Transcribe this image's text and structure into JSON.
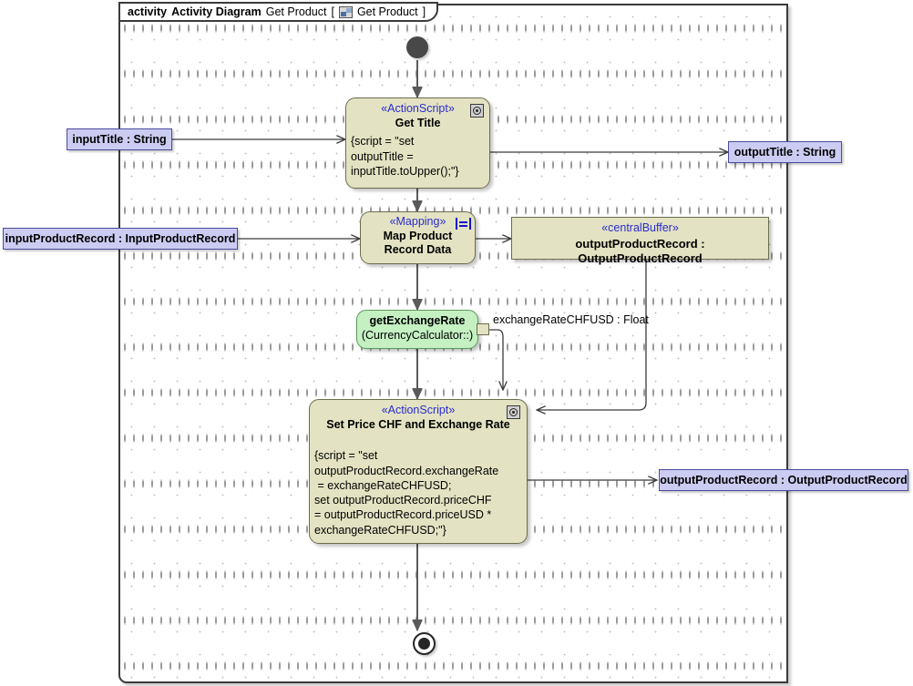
{
  "frame": {
    "keyword": "activity",
    "diagram_type": "Activity Diagram",
    "name": "Get Product",
    "bracket_open": "[",
    "bracket_close": "]",
    "context": "Get Product",
    "icon": "activity-diagram-icon"
  },
  "nodes": {
    "initial": {
      "name": "initial-node"
    },
    "final": {
      "name": "activity-final-node"
    },
    "get_title": {
      "stereotype": "«ActionScript»",
      "title": "Get Title",
      "script": "{script = \"set\noutputTitle =\ninputTitle.toUpper();\"}",
      "icon": "action-script-icon"
    },
    "map_product": {
      "stereotype": "«Mapping»",
      "title_line1": "Map Product",
      "title_line2": "Record Data",
      "icon": "mapping-icon"
    },
    "central_buffer": {
      "stereotype": "«centralBuffer»",
      "title": "outputProductRecord : OutputProductRecord"
    },
    "get_exchange_rate": {
      "title": "getExchangeRate",
      "subtitle": "(CurrencyCalculator::)",
      "pin_label": "exchangeRateCHFUSD : Float"
    },
    "set_price": {
      "stereotype": "«ActionScript»",
      "title": "Set Price CHF and Exchange Rate",
      "script": "{script = \"set\noutputProductRecord.exchangeRate\n = exchangeRateCHFUSD;\nset outputProductRecord.priceCHF\n= outputProductRecord.priceUSD *\nexchangeRateCHFUSD;\"}",
      "icon": "action-script-icon"
    }
  },
  "parameters": {
    "input_title": "inputTitle : String",
    "input_product_record": "inputProductRecord : InputProductRecord",
    "output_title": "outputTitle : String",
    "output_product_record": "outputProductRecord : OutputProductRecord"
  },
  "colors": {
    "action_fill": "#e3e3c3",
    "action_border": "#6c6c4e",
    "call_behavior_fill": "#c4f0c2",
    "call_behavior_border": "#5a9a59",
    "parameter_fill": "#ccccf2",
    "parameter_border": "#4a4a9c",
    "stereotype_text": "#2b2bcf",
    "frame_border": "#3b3b3b",
    "control_node": "#484848"
  }
}
